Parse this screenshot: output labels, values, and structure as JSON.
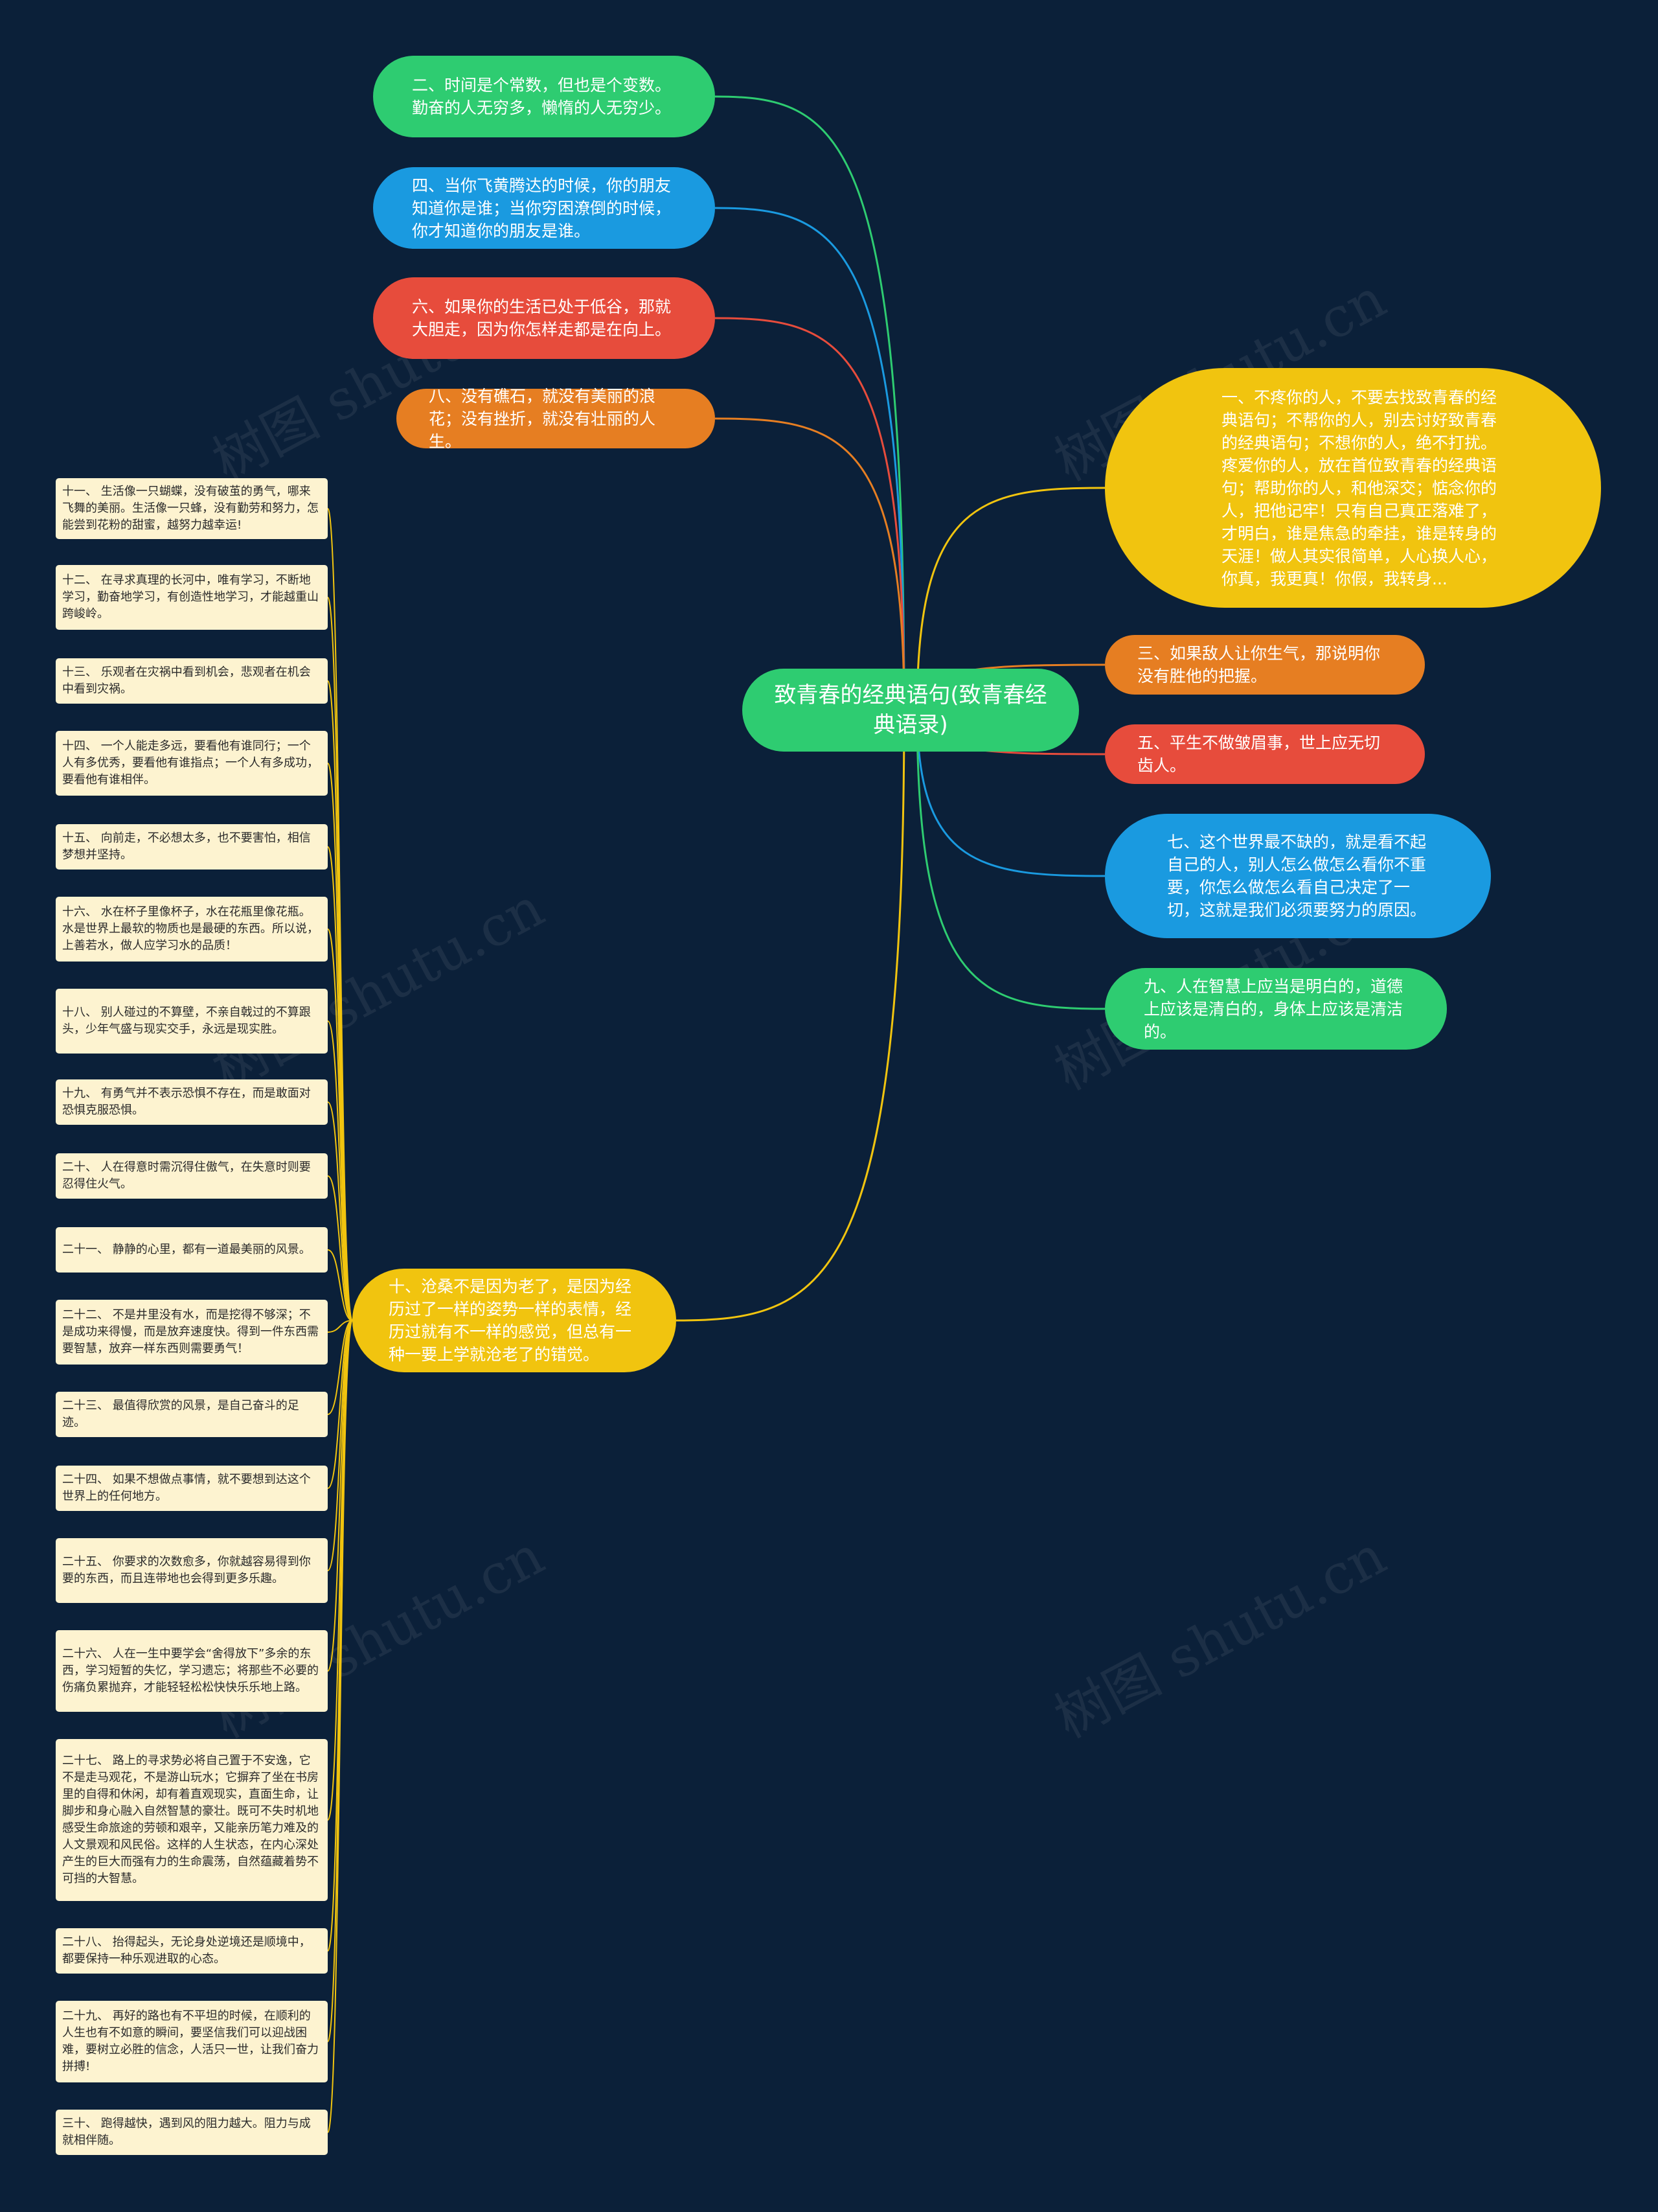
{
  "center": {
    "label": "致青春的经典语句(致青春经典语录)"
  },
  "left_nodes": [
    {
      "label": "二、时间是个常数，但也是个变数。勤奋的人无穷多，懒惰的人无穷少。",
      "color": "#2ecc71"
    },
    {
      "label": "四、当你飞黄腾达的时候，你的朋友知道你是谁；当你穷困潦倒的时候，你才知道你的朋友是谁。",
      "color": "#1a9ae0"
    },
    {
      "label": "六、如果你的生活已处于低谷，那就大胆走，因为你怎样走都是在向上。",
      "color": "#e74c3c"
    },
    {
      "label": "八、没有礁石，就没有美丽的浪花；没有挫折，就没有壮丽的人生。",
      "color": "#e67e22"
    },
    {
      "label": "十、沧桑不是因为老了，是因为经历过了一样的姿势一样的表情，经历过就有不一样的感觉，但总有一种一要上学就沧老了的错觉。",
      "color": "#f1c40f"
    }
  ],
  "right_nodes": [
    {
      "label": "一、不疼你的人，不要去找致青春的经典语句；不帮你的人，别去讨好致青春的经典语句；不想你的人，绝不打扰。疼爱你的人，放在首位致青春的经典语句；帮助你的人，和他深交；惦念你的人，把他记牢！只有自己真正落难了，才明白，谁是焦急的牵挂，谁是转身的天涯！做人其实很简单，人心换人心，你真，我更真！你假，我转身...",
      "color": "#f1c40f"
    },
    {
      "label": "三、如果敌人让你生气，那说明你没有胜他的把握。",
      "color": "#e67e22"
    },
    {
      "label": "五、平生不做皱眉事，世上应无切齿人。",
      "color": "#e74c3c"
    },
    {
      "label": "七、这个世界最不缺的，就是看不起自己的人，别人怎么做怎么看你不重要，你怎么做怎么看自己决定了一切，这就是我们必须要努力的原因。",
      "color": "#1a9ae0"
    },
    {
      "label": "九、人在智慧上应当是明白的，道德上应该是清白的，身体上应该是清洁的。",
      "color": "#2ecc71"
    }
  ],
  "leaves": [
    "十一、 生活像一只蝴蝶，没有破茧的勇气，哪来飞舞的美丽。生活像一只蜂，没有勤劳和努力，怎能尝到花粉的甜蜜，越努力越幸运!",
    "十二、 在寻求真理的长河中，唯有学习，不断地学习，勤奋地学习，有创造性地学习，才能越重山跨峻岭。",
    "十三、 乐观者在灾祸中看到机会，悲观者在机会中看到灾祸。",
    "十四、 一个人能走多远，要看他有谁同行；一个人有多优秀，要看他有谁指点；一个人有多成功，要看他有谁相伴。",
    "十五、 向前走，不必想太多，也不要害怕，相信梦想并坚持。",
    "十六、 水在杯子里像杯子，水在花瓶里像花瓶。水是世界上最软的物质也是最硬的东西。所以说，上善若水，做人应学习水的品质！",
    "十八、 别人碰过的不算壁，不亲自戟过的不算跟头，少年气盛与现实交手，永远是现实胜。",
    "十九、 有勇气并不表示恐惧不存在，而是敢面对恐惧克服恐惧。",
    "二十、 人在得意时需沉得住傲气，在失意时则要忍得住火气。",
    "二十一、 静静的心里，都有一道最美丽的风景。",
    "二十二、 不是井里没有水，而是挖得不够深；不是成功来得慢，而是放弃速度快。得到一件东西需要智慧，放弃一样东西则需要勇气！",
    "二十三、 最值得欣赏的风景，是自己奋斗的足迹。",
    "二十四、 如果不想做点事情，就不要想到达这个世界上的任何地方。",
    "二十五、 你要求的次数愈多，你就越容易得到你要的东西，而且连带地也会得到更多乐趣。",
    "二十六、 人在一生中要学会“舍得放下”多余的东西，学习短暂的失忆，学习遗忘；将那些不必要的伤痛负累抛弃，才能轻轻松松快快乐乐地上路。",
    "二十七、 路上的寻求势必将自己置于不安逸，它不是走马观花，不是游山玩水；它摒弃了坐在书房里的自得和休闲，却有着直观现实，直面生命，让脚步和身心融入自然智慧的豪壮。既可不失时机地感受生命旅途的劳顿和艰辛，又能亲历笔力难及的人文景观和风民俗。这样的人生状态，在内心深处产生的巨大而强有力的生命震荡，自然蕴藏着势不可挡的大智慧。",
    "二十八、 抬得起头，无论身处逆境还是顺境中，都要保持一种乐观进取的心态。",
    "二十九、 再好的路也有不平坦的时候，在顺利的人生也有不如意的瞬间，要坚信我们可以迎战困难，要树立必胜的信念，人活只一世，让我们奋力拼搏!",
    "三十、 跑得越快，遇到风的阻力越大。阻力与成就相伴随。"
  ],
  "watermark": "树图 shutu.cn",
  "colors": {
    "background": "#0b2039",
    "leaf": "#fdf3d0",
    "leaf_branch": "#f1c40f"
  }
}
